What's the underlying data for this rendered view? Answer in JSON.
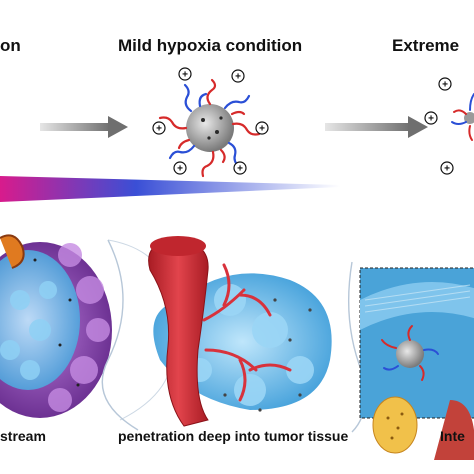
{
  "labels": {
    "left_condition_fragment": "on",
    "mild_condition": "Mild hypoxia condition",
    "extreme_condition_fragment": "Extreme",
    "left_caption_fragment": "stream",
    "middle_caption": "penetration deep into tumor tissue",
    "right_caption_fragment": "Inte"
  },
  "charge_symbol": "+",
  "colors": {
    "arrow": "#6f6f6f",
    "gradient_start": "#d81b8c",
    "gradient_mid": "#3a4fd6",
    "gradient_end": "#ffffff",
    "vessel": "#d8323c",
    "tumor_blue": "#5fb7e8",
    "tumor_purple": "#8a3fb5",
    "nanoparticle_core": "#9a9a9a",
    "polymer_red": "#d62a2a",
    "polymer_blue": "#2a4fd6"
  }
}
